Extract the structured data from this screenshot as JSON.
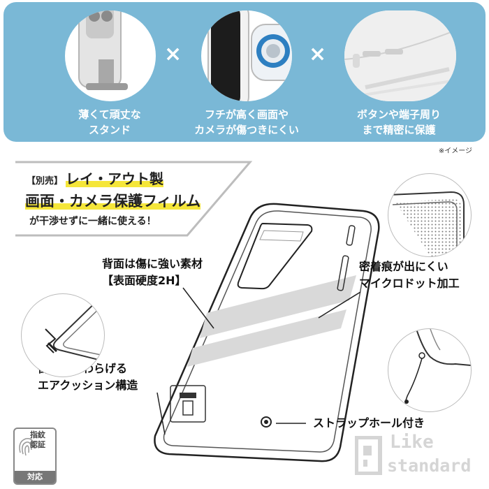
{
  "banner": {
    "features": [
      {
        "line1": "薄くて頑丈な",
        "line2": "スタンド"
      },
      {
        "line1": "フチが高く画面や",
        "line2": "カメラが傷つきにくい"
      },
      {
        "line1": "ボタンや端子周り",
        "line2": "まで精密に保護"
      }
    ],
    "separator": "×"
  },
  "image_note": "※イメージ",
  "headline": {
    "bracket": "【別売】",
    "line1": "レイ・アウト製",
    "line2": "画面・カメラ保護フィルム",
    "line3": "が干渉せずに一緒に使える！"
  },
  "callouts": {
    "back_line1": "背面は傷に強い素材",
    "back_line2": "【表面硬度2H】",
    "micro_line1": "密着痕が出にくい",
    "micro_line2": "マイクロドット加工",
    "air_line1": "衝撃をやわらげる",
    "air_line2": "エアクッション構造",
    "strap": "ストラップホール付き"
  },
  "badge": {
    "line1": "指紋",
    "line2": "認証",
    "bottom": "対応"
  },
  "logo": {
    "word1": "Like",
    "word2": "standard"
  },
  "colors": {
    "banner": "#7ab8d6",
    "highlight": "#f5e63a"
  }
}
